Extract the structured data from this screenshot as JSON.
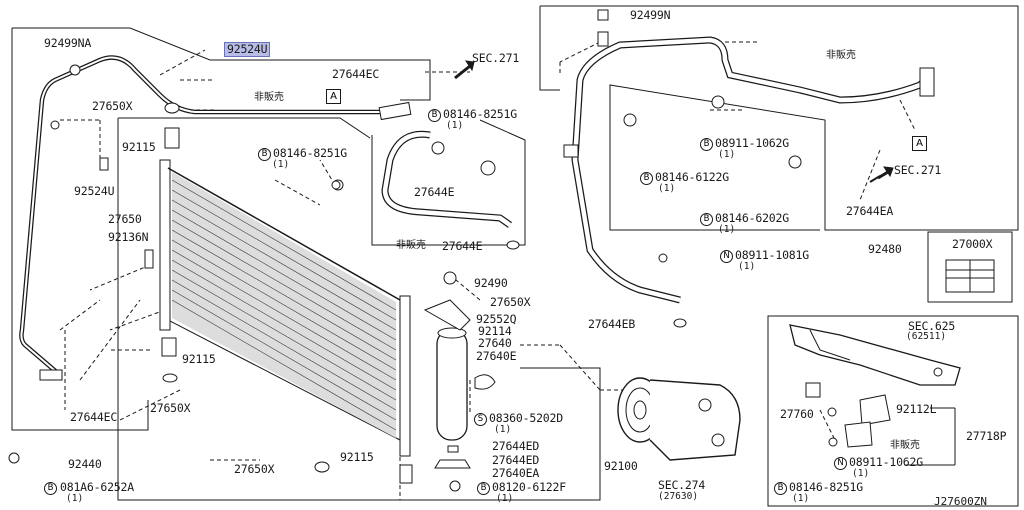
{
  "labels": {
    "p92499NA": "92499NA",
    "p92524U_top": "92524U",
    "p27650X_a": "27650X",
    "p92115_a": "92115",
    "p92524U_side": "92524U",
    "p27650": "27650",
    "p92136N": "92136N",
    "p92115_b": "92115",
    "p27650X_b": "27650X",
    "p27644EC_a": "27644EC",
    "p92440": "92440",
    "p27650X_c": "27650X",
    "p92115_c": "92115",
    "p081A6": "081A6-6252A",
    "p081A6_q": "(1)",
    "p27644EC_b": "27644EC",
    "sec271_a": "SEC.271",
    "p08146_8251G_a": "08146-8251G",
    "p08146_8251G_a_q": "(1)",
    "p08146_8251G_b": "08146-8251G",
    "p08146_8251G_b_q": "(1)",
    "p27644E_a": "27644E",
    "p27644E_b": "27644E",
    "p92490": "92490",
    "p27650X_d": "27650X",
    "p92552Q": "92552Q",
    "p92114": "92114",
    "p27640": "27640",
    "p27640E": "27640E",
    "p08360": "08360-5202D",
    "p08360_q": "(1)",
    "p27644ED_a": "27644ED",
    "p27644ED_b": "27644ED",
    "p27640EA": "27640EA",
    "p08120": "08120-6122F",
    "p08120_q": "(1)",
    "p92100": "92100",
    "sec274": "SEC.274",
    "sec274_q": "(27630)",
    "p92499N": "92499N",
    "p08911_1062G_a": "08911-1062G",
    "p08911_1062G_a_q": "(1)",
    "p08146_6122G": "08146-6122G",
    "p08146_6122G_q": "(1)",
    "p08146_6202G": "08146-6202G",
    "p08146_6202G_q": "(1)",
    "p08911_1081G": "08911-1081G",
    "p08911_1081G_q": "(1)",
    "p27644EB": "27644EB",
    "sec271_b": "SEC.271",
    "p27644EA": "27644EA",
    "p92480": "92480",
    "p27000X": "27000X",
    "sec625": "SEC.625",
    "sec625_q": "(62511)",
    "p27760": "27760",
    "p92112L": "92112L",
    "p27718P": "27718P",
    "p08911_1062G_b": "08911-1062G",
    "p08911_1062G_b_q": "(1)",
    "p08146_8251G_c": "08146-8251G",
    "p08146_8251G_c_q": "(1)",
    "diagram_code": "J27600ZN"
  },
  "notes": {
    "not_sold": "非販売",
    "ref_A": "A",
    "bolt_B": "B",
    "nut_N": "N",
    "screw_S": "S"
  },
  "colors": {
    "highlight": "#b7bde6",
    "line": "#1a1a1a"
  }
}
